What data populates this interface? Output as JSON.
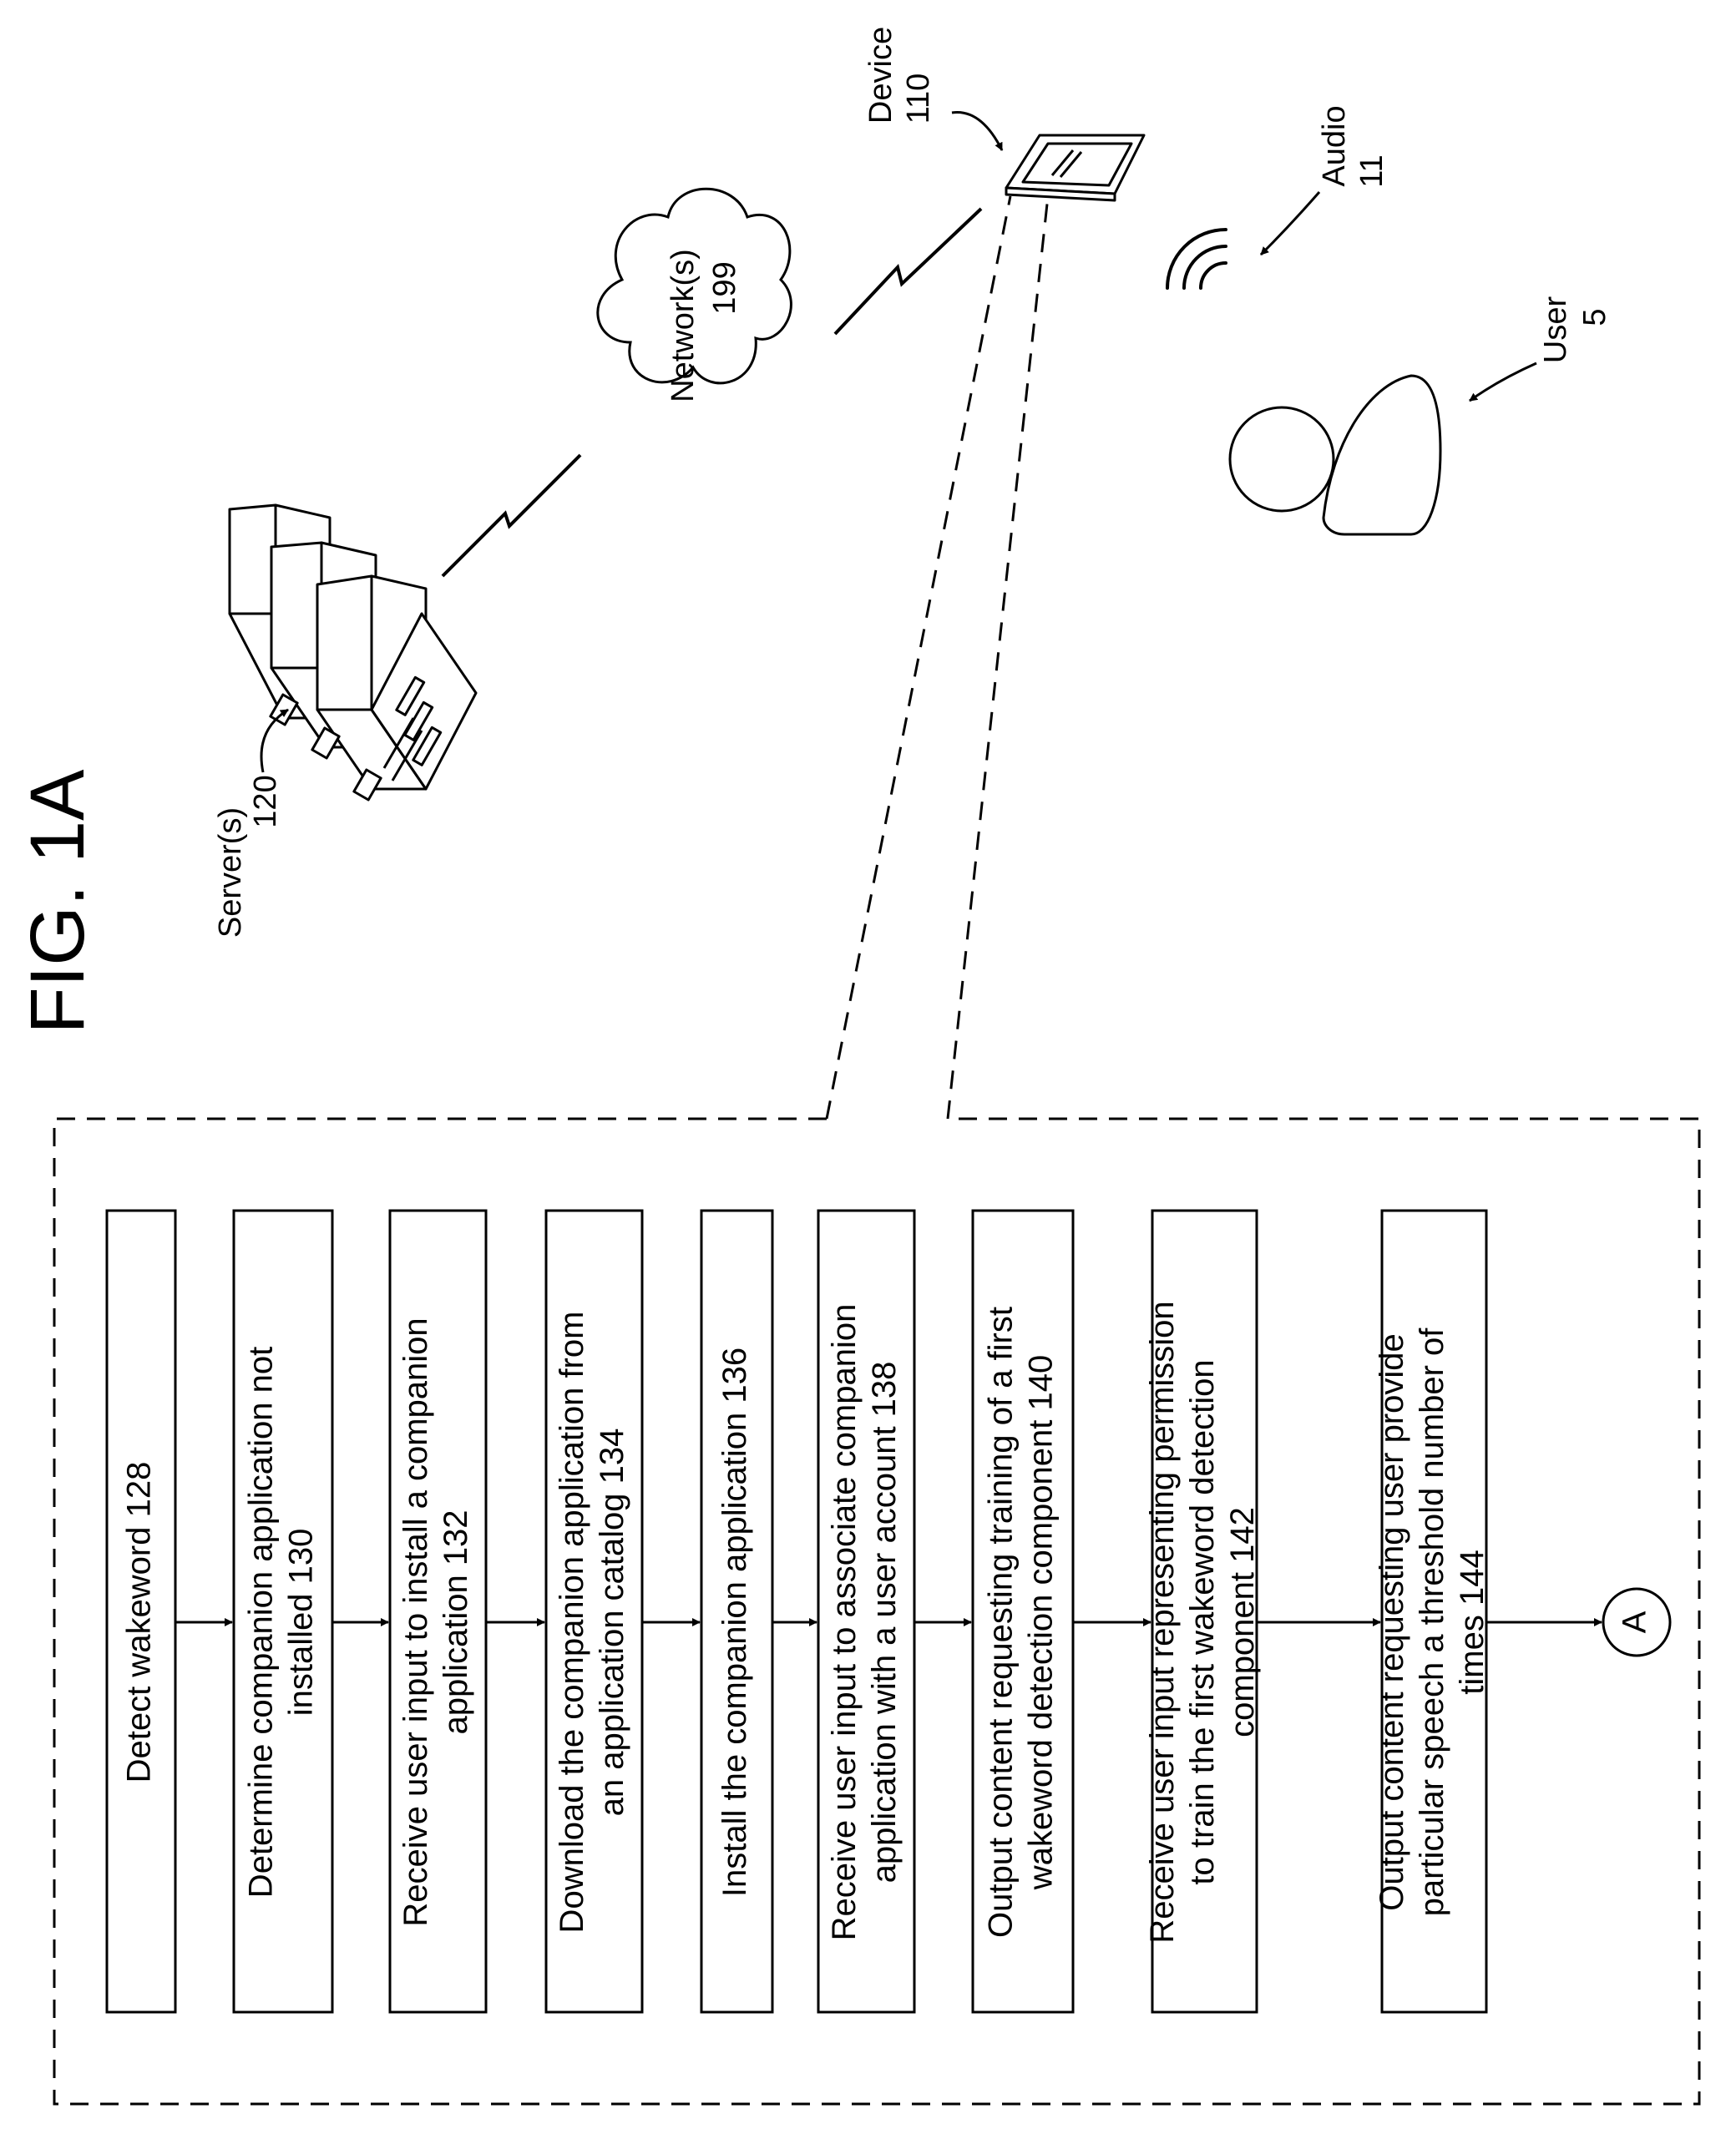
{
  "figure": {
    "title": "FIG. 1A"
  },
  "labels": {
    "server": {
      "name": "Server(s)",
      "ref": "120"
    },
    "network": {
      "name": "Network(s)",
      "ref": "199"
    },
    "device": {
      "name": "Device",
      "ref": "110"
    },
    "audio": {
      "name": "Audio",
      "ref": "11"
    },
    "user": {
      "name": "User",
      "ref": "5"
    }
  },
  "steps": [
    {
      "lines": [
        "Detect wakeword 128"
      ]
    },
    {
      "lines": [
        "Determine companion application not",
        "installed 130"
      ]
    },
    {
      "lines": [
        "Receive user input to install a companion",
        "application 132"
      ]
    },
    {
      "lines": [
        "Download the companion application from",
        "an application catalog 134"
      ]
    },
    {
      "lines": [
        "Install the companion application 136"
      ]
    },
    {
      "lines": [
        "Receive user input to associate companion",
        "application with a user account 138"
      ]
    },
    {
      "lines": [
        "Output content requesting training of a first",
        "wakeword detection component 140"
      ]
    },
    {
      "lines": [
        "Receive user input representing permission",
        "to train the first wakeword detection",
        "component 142"
      ]
    },
    {
      "lines": [
        "Output content requesting user provide",
        "particular speech a threshold number of",
        "times 144"
      ]
    }
  ],
  "connector": {
    "label": "A"
  }
}
